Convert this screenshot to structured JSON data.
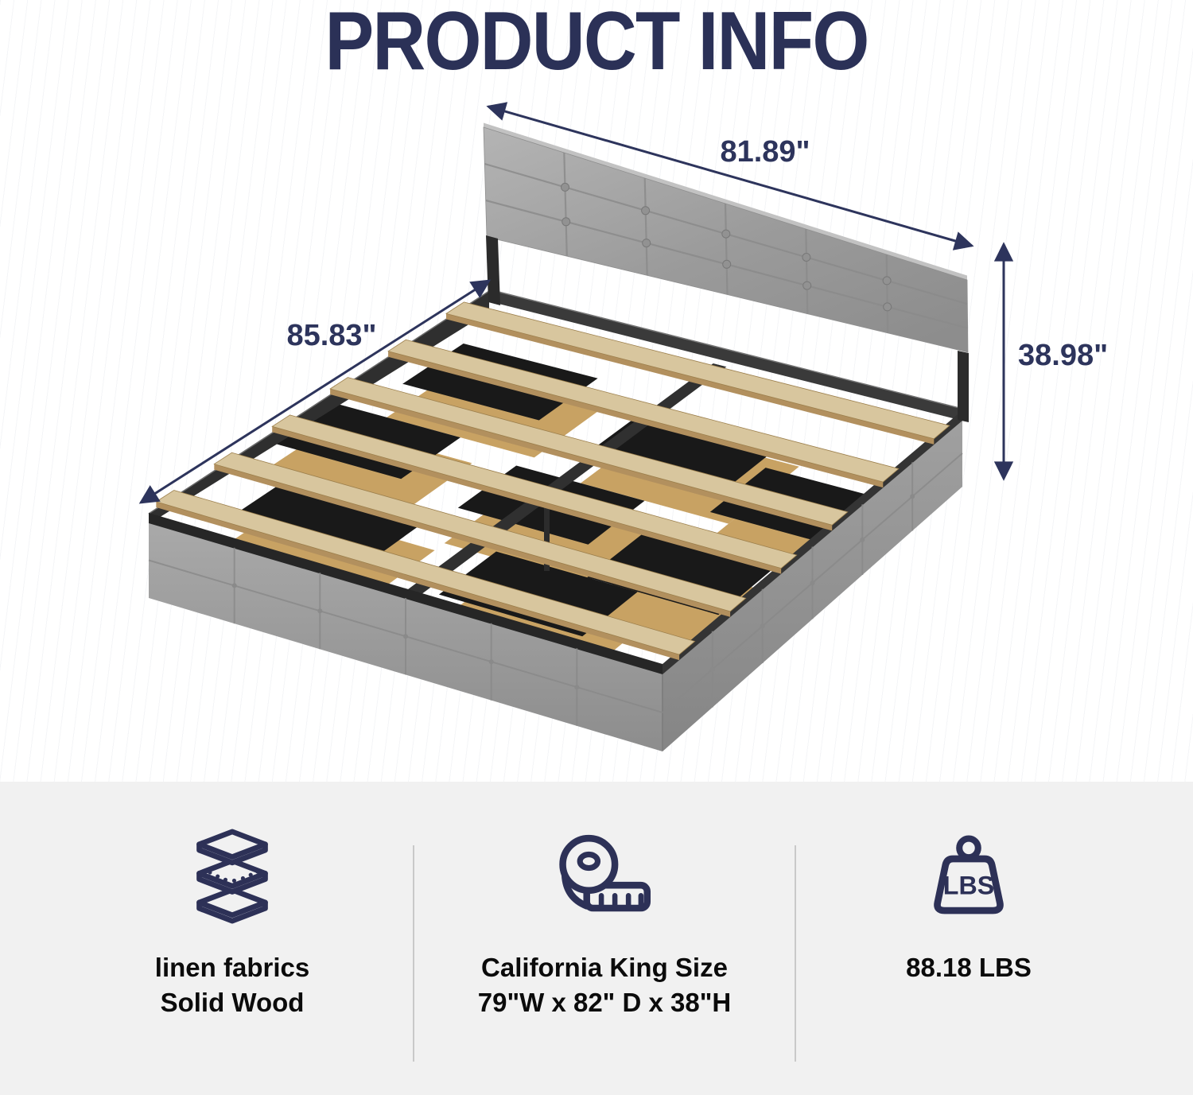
{
  "title": "PRODUCT INFO",
  "diagram": {
    "width_label": "81.89\"",
    "length_label": "85.83\"",
    "height_label": "38.98\""
  },
  "features": [
    {
      "icon": "layers-icon",
      "lines": [
        "linen fabrics",
        "Solid Wood"
      ]
    },
    {
      "icon": "tape-measure-icon",
      "lines": [
        "California King Size",
        "79\"W x 82\" D x 38\"H"
      ]
    },
    {
      "icon": "weight-icon",
      "lines": [
        "88.18 LBS"
      ]
    }
  ],
  "weight_icon_label": "LBS",
  "colors": {
    "accent_navy": "#2d345c",
    "title_navy": "#2b3157",
    "features_bg": "#f1f1f1",
    "fabric_gray": "#9c9c9c",
    "slat_wood": "#d8c69e",
    "metal_frame": "#333333",
    "divider_gray": "#c9c9c9"
  }
}
